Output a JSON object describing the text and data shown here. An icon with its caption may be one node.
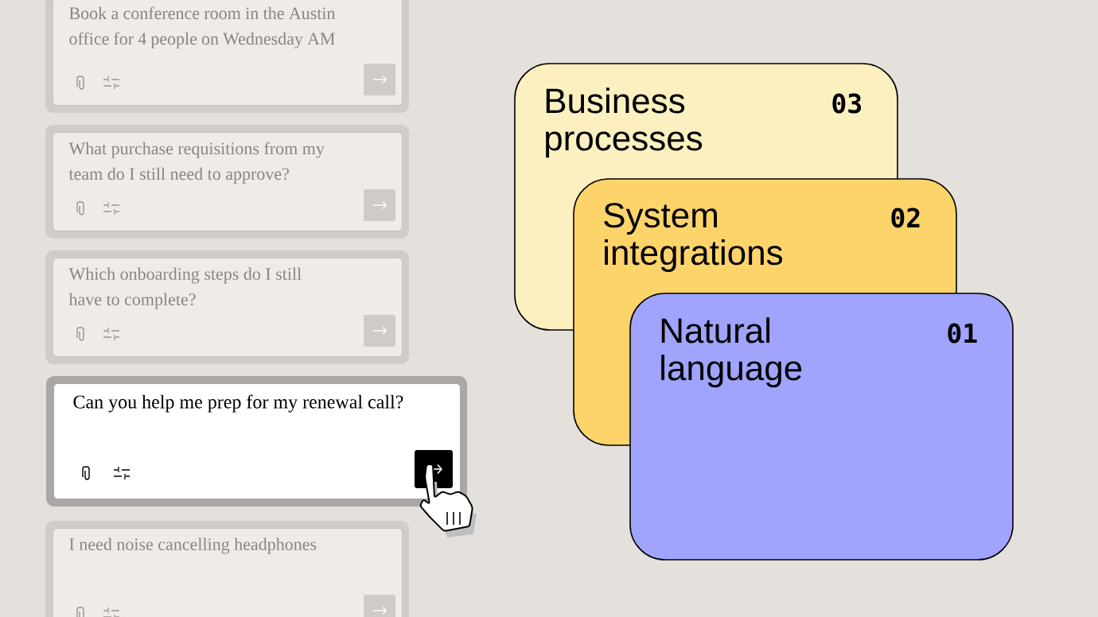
{
  "diagram": {
    "nodes": [
      {
        "text": [
          "Book a conference room in the Austin office for 4 people on Wednesday AM"
        ]
      },
      {
        "text": [
          "What purchase requisitions from my team do I still need to approve?"
        ]
      },
      {
        "text": [
          "Which onboarding steps do I still have to complete?"
        ]
      },
      {
        "text": [
          "Can you help me prep for my renewal call?"
        ]
      },
      {
        "text": [
          "I need noise cancelling headphones"
        ]
      },
      {
        "text": [
          "Business processes",
          "03"
        ]
      },
      {
        "text": [
          "System integrations",
          "02"
        ]
      },
      {
        "text": [
          "Natural language",
          "01"
        ]
      }
    ]
  }
}
